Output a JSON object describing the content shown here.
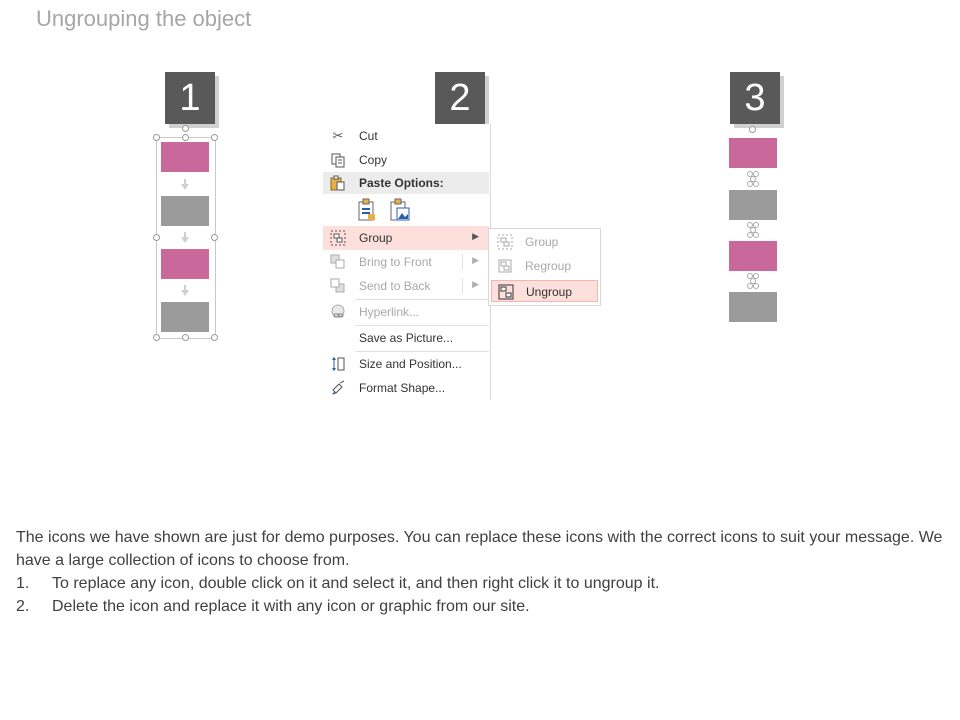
{
  "title": "Ungrouping the object",
  "steps": [
    "1",
    "2",
    "3"
  ],
  "context_menu": {
    "items": [
      {
        "label": "Cut",
        "icon": "scissors-icon",
        "enabled": true
      },
      {
        "label": "Copy",
        "icon": "copy-icon",
        "enabled": true
      },
      {
        "label": "Paste Options:",
        "icon": "paste-icon",
        "enabled": true
      },
      {
        "label": "Group",
        "icon": "group-icon",
        "enabled": true,
        "submenu": true
      },
      {
        "label": "Bring to Front",
        "icon": "bring-to-front-icon",
        "enabled": false,
        "submenu": true
      },
      {
        "label": "Send to Back",
        "icon": "send-to-back-icon",
        "enabled": false,
        "submenu": true
      },
      {
        "label": "Hyperlink...",
        "icon": "hyperlink-icon",
        "enabled": false
      },
      {
        "label": "Save as Picture...",
        "icon": "",
        "enabled": true
      },
      {
        "label": "Size and Position...",
        "icon": "size-position-icon",
        "enabled": true
      },
      {
        "label": "Format Shape...",
        "icon": "format-shape-icon",
        "enabled": true
      }
    ]
  },
  "group_submenu": {
    "items": [
      {
        "label": "Group",
        "icon": "group-icon",
        "enabled": false
      },
      {
        "label": "Regroup",
        "icon": "regroup-icon",
        "enabled": false
      },
      {
        "label": "Ungroup",
        "icon": "ungroup-icon",
        "enabled": true,
        "highlighted": true
      }
    ]
  },
  "description": {
    "intro": "The icons we have shown are just for demo purposes. You can replace these icons with the correct icons to suit your message. We have a large collection of icons to choose from.",
    "steps": [
      {
        "num": "1.",
        "text": "To replace any icon, double click on it and select it, and then right click it to ungroup it."
      },
      {
        "num": "2.",
        "text": "Delete the icon and replace it with any icon or graphic from our site."
      }
    ]
  },
  "colors": {
    "pink": "#c9689a",
    "gray": "#9b9b9b",
    "badge": "#595959",
    "highlight": "#fde0dc"
  }
}
